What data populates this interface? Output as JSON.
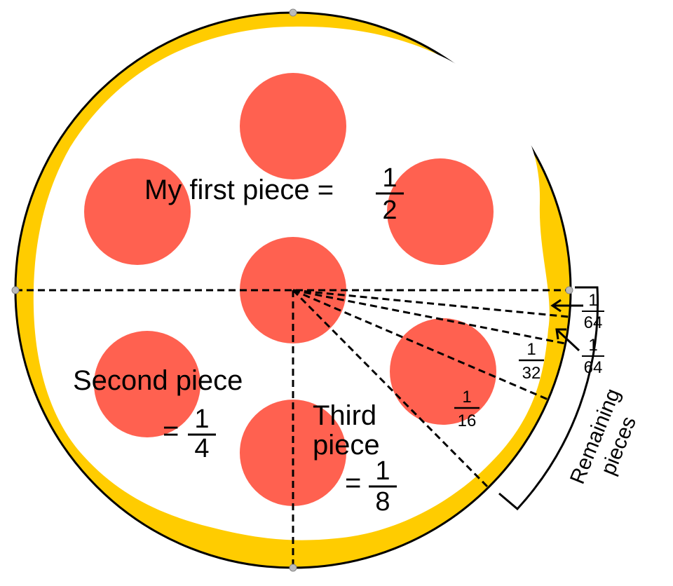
{
  "labels": {
    "first_piece": "My first piece =",
    "first_piece_frac": {
      "num": "1",
      "den": "2"
    },
    "second_piece": "Second piece",
    "second_piece_eq": "=",
    "second_piece_frac": {
      "num": "1",
      "den": "4"
    },
    "third_piece_line1": "Third",
    "third_piece_line2": "piece",
    "third_piece_eq": "=",
    "third_piece_frac": {
      "num": "1",
      "den": "8"
    },
    "sixteenth_frac": {
      "num": "1",
      "den": "16"
    },
    "thirty_second_frac": {
      "num": "1",
      "den": "32"
    },
    "sixty_fourth_a_frac": {
      "num": "1",
      "den": "64"
    },
    "sixty_fourth_b_frac": {
      "num": "1",
      "den": "64"
    },
    "remaining_line1": "Remaining",
    "remaining_line2": "pieces"
  },
  "colors": {
    "crust": "#FFCC00",
    "cheese": "#FFFFFF",
    "pepperoni": "#FF6150",
    "outline": "#000000",
    "handle": "#999999"
  },
  "pieces": [
    {
      "name": "my-first-piece",
      "fraction": "1/2"
    },
    {
      "name": "second-piece",
      "fraction": "1/4"
    },
    {
      "name": "third-piece",
      "fraction": "1/8"
    },
    {
      "name": "fourth-piece",
      "fraction": "1/16"
    },
    {
      "name": "fifth-piece",
      "fraction": "1/32"
    },
    {
      "name": "sixth-piece",
      "fraction": "1/64"
    },
    {
      "name": "remaining-piece",
      "fraction": "1/64"
    }
  ]
}
